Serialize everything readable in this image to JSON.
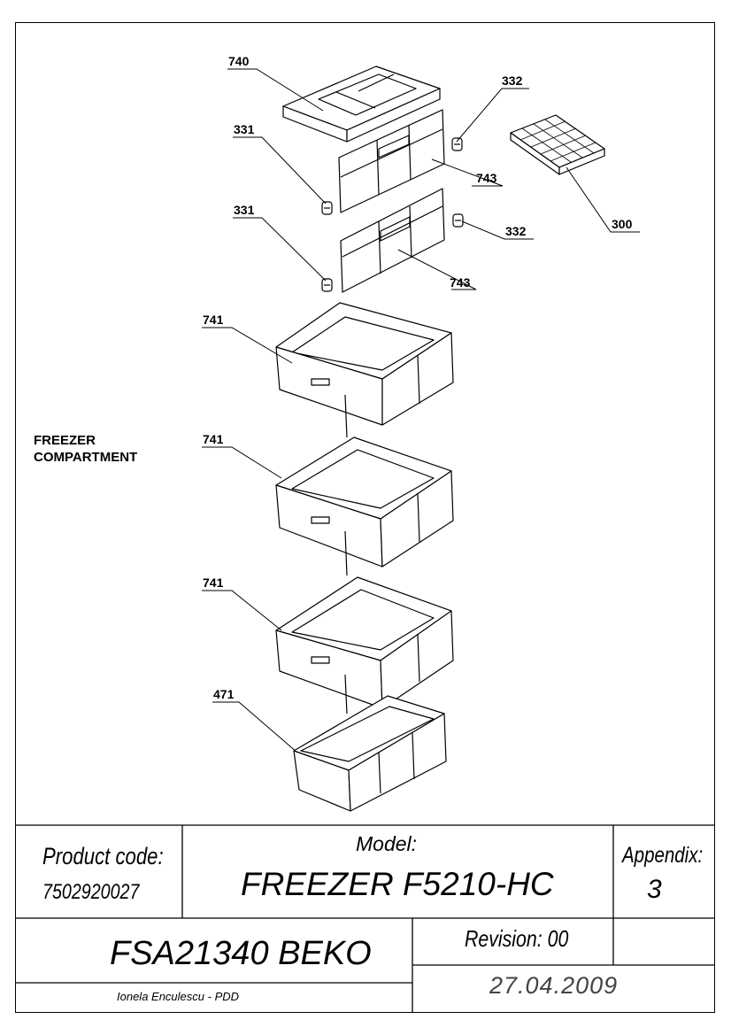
{
  "diagram": {
    "section_label": "FREEZER\nCOMPARTMENT",
    "callouts": [
      {
        "id": "c740",
        "label": "740"
      },
      {
        "id": "c331a",
        "label": "331"
      },
      {
        "id": "c331b",
        "label": "331"
      },
      {
        "id": "c332a",
        "label": "332"
      },
      {
        "id": "c332b",
        "label": "332"
      },
      {
        "id": "c743a",
        "label": "743"
      },
      {
        "id": "c743b",
        "label": "743"
      },
      {
        "id": "c300",
        "label": "300"
      },
      {
        "id": "c741a",
        "label": "741"
      },
      {
        "id": "c741b",
        "label": "741"
      },
      {
        "id": "c741c",
        "label": "741"
      },
      {
        "id": "c471",
        "label": "471"
      }
    ]
  },
  "title_block": {
    "product_code_label": "Product code:",
    "product_code": "7502920027",
    "model_label": "Model:",
    "model": "FREEZER F5210-HC",
    "appendix_label": "Appendix:",
    "appendix": "3",
    "code_brand": "FSA21340 BEKO",
    "revision": "Revision: 00",
    "author": "Ionela Enculescu - PDD",
    "date": "27.04.2009"
  }
}
